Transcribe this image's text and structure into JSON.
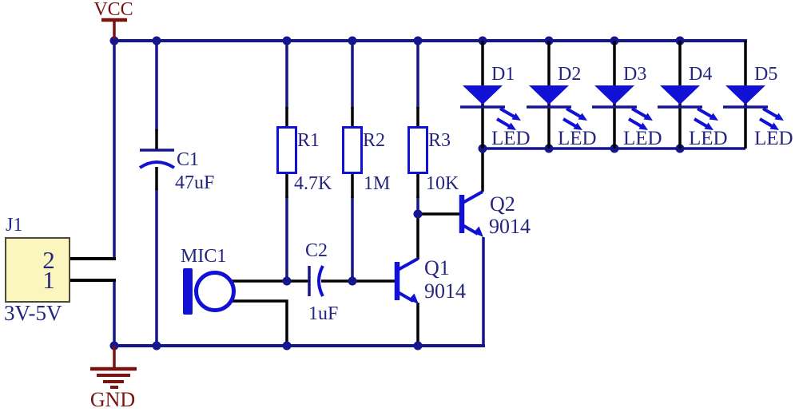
{
  "diagram": {
    "kind": "circuit-schematic"
  },
  "colors": {
    "background": "#ffffff",
    "wire": "#15158d",
    "component": "#1111d6",
    "label": "#26267e",
    "power_symbol": "#7a1310",
    "connector_fill": "#fbf6bd",
    "connector_border": "#4a4a38",
    "lead": "#000000"
  },
  "power": {
    "vcc_label": "VCC",
    "gnd_label": "GND"
  },
  "connector": {
    "ref": "J1",
    "voltage": "3V-5V",
    "pins": [
      {
        "number": "2"
      },
      {
        "number": "1"
      }
    ]
  },
  "capacitors": [
    {
      "ref": "C1",
      "value": "47uF"
    },
    {
      "ref": "C2",
      "value": "1uF"
    }
  ],
  "microphone": {
    "ref": "MIC1"
  },
  "resistors": [
    {
      "ref": "R1",
      "value": "4.7K"
    },
    {
      "ref": "R2",
      "value": "1M"
    },
    {
      "ref": "R3",
      "value": "10K"
    }
  ],
  "transistors": [
    {
      "ref": "Q1",
      "part": "9014"
    },
    {
      "ref": "Q2",
      "part": "9014"
    }
  ],
  "leds": [
    {
      "ref": "D1",
      "type": "LED"
    },
    {
      "ref": "D2",
      "type": "LED"
    },
    {
      "ref": "D3",
      "type": "LED"
    },
    {
      "ref": "D4",
      "type": "LED"
    },
    {
      "ref": "D5",
      "type": "LED"
    }
  ]
}
